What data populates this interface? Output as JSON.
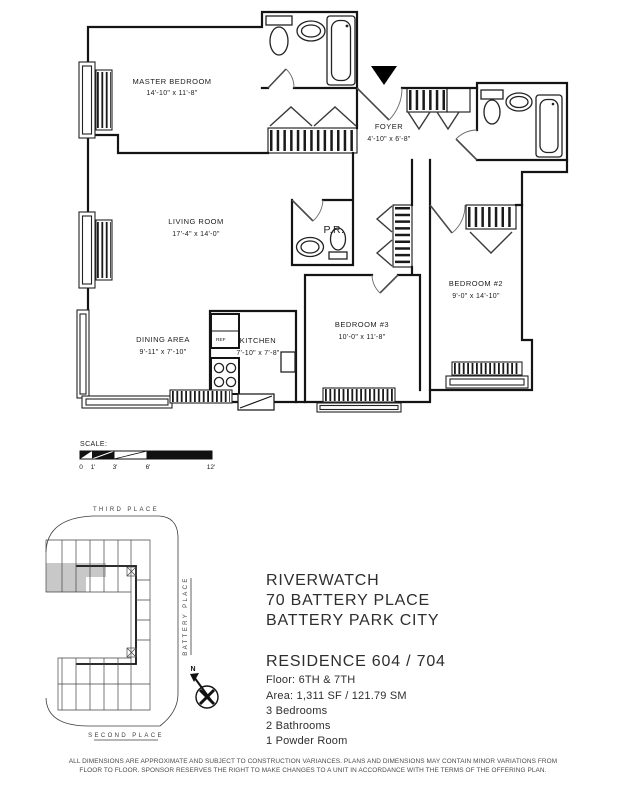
{
  "floorplan": {
    "rooms": {
      "master_bedroom": {
        "name": "MASTER BEDROOM",
        "dims": "14'-10\" x 11'-8\""
      },
      "foyer": {
        "name": "FOYER",
        "dims": "4'-10\" x 6'-8\""
      },
      "living_room": {
        "name": "LIVING ROOM",
        "dims": "17'-4\" x 14'-0\""
      },
      "dining_area": {
        "name": "DINING AREA",
        "dims": "9'-11\" x 7'-10\""
      },
      "kitchen": {
        "name": "KITCHEN",
        "dims": "7'-10\" x 7'-8\""
      },
      "bedroom_2": {
        "name": "BEDROOM #2",
        "dims": "9'-0\" x 14'-10\""
      },
      "bedroom_3": {
        "name": "BEDROOM #3",
        "dims": "10'-0\" x 11'-8\""
      },
      "powder_room": {
        "name": "P.R."
      },
      "refrigerator": {
        "name": "REF"
      }
    },
    "scale_bar": {
      "label": "SCALE:",
      "ticks": [
        "0",
        "1'",
        "3'",
        "6'",
        "12'"
      ]
    }
  },
  "site_map": {
    "streets": {
      "top": "THIRD PLACE",
      "right": "BATTERY PLACE",
      "bottom": "SECOND PLACE"
    },
    "compass_north": "N",
    "highlight_color": "#c8c8c8"
  },
  "info_block": {
    "building": "RIVERWATCH",
    "address": "70 BATTERY PLACE",
    "neighborhood": "BATTERY PARK CITY",
    "residence": "RESIDENCE 604 / 704",
    "floor": "Floor:  6TH & 7TH",
    "area": "Area:  1,311 SF / 121.79 SM",
    "bedrooms": "3 Bedrooms",
    "bathrooms": "2 Bathrooms",
    "powder": "1 Powder Room"
  },
  "disclaimer": {
    "line1": "ALL DIMENSIONS ARE APPROXIMATE AND SUBJECT TO CONSTRUCTION VARIANCES.  PLANS AND DIMENSIONS MAY CONTAIN MINOR VARIATIONS FROM",
    "line2": "FLOOR TO FLOOR.  SPONSOR RESERVES THE RIGHT TO MAKE CHANGES TO A UNIT IN ACCORDANCE  WITH THE TERMS OF THE OFFERING PLAN."
  },
  "colors": {
    "wall": "#141414",
    "highlight": "#c8c8c8",
    "background": "#ffffff"
  }
}
